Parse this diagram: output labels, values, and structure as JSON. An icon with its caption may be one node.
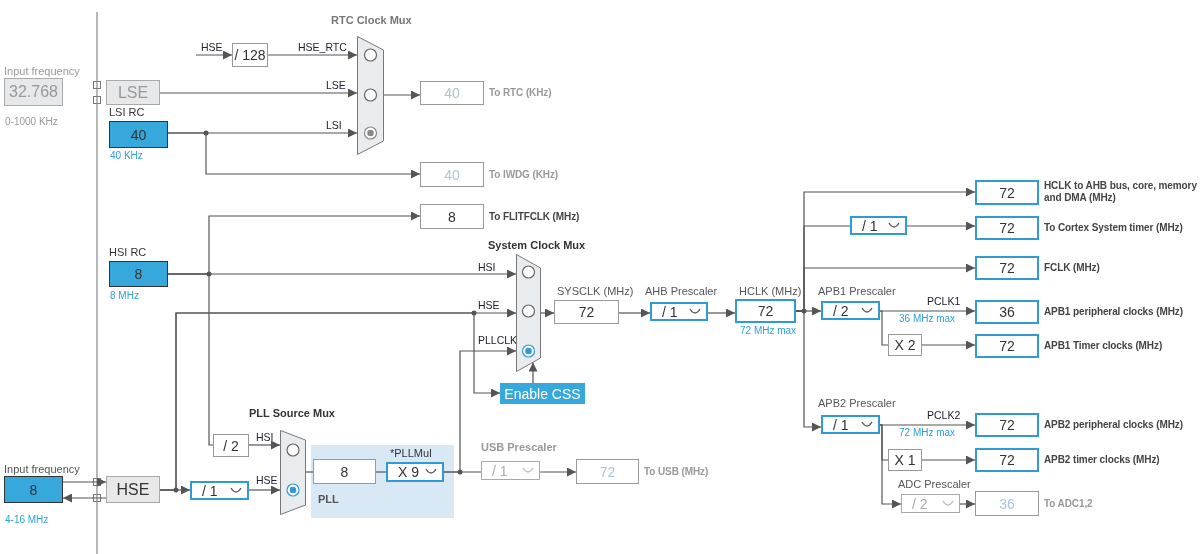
{
  "diagram": {
    "nodes": [
      {
        "text": [
          "Input frequency",
          "32.768"
        ],
        "beside": [
          "0-1000 KHz"
        ]
      },
      {
        "text": [
          "LSE"
        ]
      },
      {
        "text": [
          "LSI RC",
          "40"
        ],
        "beside": [
          "40 KHz"
        ]
      },
      {
        "text": [
          "/ 128"
        ]
      },
      {
        "text": [
          "RTC Clock Mux"
        ]
      },
      {
        "text": [
          "40"
        ],
        "beside": [
          "To RTC (KHz)"
        ]
      },
      {
        "text": [
          "40"
        ],
        "beside": [
          "To IWDG (KHz)"
        ]
      },
      {
        "text": [
          "8"
        ],
        "beside": [
          "To FLITFCLK (MHz)"
        ]
      },
      {
        "text": [
          "HSI RC",
          "8"
        ],
        "beside": [
          "8 MHz"
        ]
      },
      {
        "text": [
          "System Clock Mux"
        ]
      },
      {
        "text": [
          "SYSCLK (MHz)",
          "72"
        ]
      },
      {
        "text": [
          "AHB Prescaler",
          "/ 1"
        ]
      },
      {
        "text": [
          "HCLK (MHz)",
          "72"
        ],
        "beside": [
          "72 MHz max"
        ]
      },
      {
        "text": [
          "72"
        ],
        "beside": [
          "HCLK to AHB bus, core, memory and DMA (MHz)"
        ]
      },
      {
        "text": [
          "/ 1"
        ]
      },
      {
        "text": [
          "72"
        ],
        "beside": [
          "To Cortex System timer (MHz)"
        ]
      },
      {
        "text": [
          "72"
        ],
        "beside": [
          "FCLK (MHz)"
        ]
      },
      {
        "text": [
          "APB1 Prescaler",
          "/ 2"
        ],
        "beside": [
          "36 MHz max"
        ]
      },
      {
        "text": [
          "36"
        ],
        "beside": [
          "APB1 peripheral clocks (MHz)"
        ]
      },
      {
        "text": [
          "X 2"
        ]
      },
      {
        "text": [
          "72"
        ],
        "beside": [
          "APB1 Timer clocks (MHz)"
        ]
      },
      {
        "text": [
          "APB2 Prescaler",
          "/ 1"
        ],
        "beside": [
          "72 MHz max"
        ]
      },
      {
        "text": [
          "72"
        ],
        "beside": [
          "APB2 peripheral clocks (MHz)"
        ]
      },
      {
        "text": [
          "X 1"
        ]
      },
      {
        "text": [
          "72"
        ],
        "beside": [
          "APB2 timer clocks (MHz)"
        ]
      },
      {
        "text": [
          "ADC Prescaler",
          "/ 2"
        ]
      },
      {
        "text": [
          "36"
        ],
        "beside": [
          "To ADC1,2"
        ]
      },
      {
        "text": [
          "Enable CSS"
        ]
      },
      {
        "text": [
          "Input frequency",
          "8"
        ],
        "beside": [
          "4-16 MHz"
        ]
      },
      {
        "text": [
          "HSE"
        ]
      },
      {
        "text": [
          "/ 1"
        ]
      },
      {
        "text": [
          "/ 2"
        ]
      },
      {
        "text": [
          "PLL Source Mux"
        ]
      },
      {
        "text": [
          "PLL"
        ]
      },
      {
        "text": [
          "8"
        ],
        "in": 33
      },
      {
        "text": [
          "*PLLMul",
          "X 9"
        ],
        "in": 33
      },
      {
        "text": [
          "USB Prescaler",
          "/ 1"
        ]
      },
      {
        "text": [
          "72"
        ],
        "beside": [
          "To USB (MHz)"
        ]
      }
    ],
    "edges": [
      {
        "from": null,
        "to": 3,
        "arrow": "to",
        "label": "HSE"
      },
      {
        "from": 3,
        "to": 4,
        "arrow": "to",
        "label": "HSE_RTC"
      },
      {
        "from": 1,
        "to": 4,
        "arrow": "to",
        "label": "LSE"
      },
      {
        "from": 2,
        "to": 4,
        "arrow": "to",
        "label": "LSI"
      },
      {
        "from": 4,
        "to": 5,
        "arrow": "to"
      },
      {
        "from": 2,
        "to": 6,
        "arrow": "to"
      },
      {
        "from": 8,
        "to": 7,
        "arrow": "to"
      },
      {
        "from": 8,
        "to": 9,
        "arrow": "to",
        "label": "HSI"
      },
      {
        "from": 8,
        "to": 31,
        "arrow": "none"
      },
      {
        "from": 29,
        "to": 9,
        "arrow": "to",
        "label": "HSE"
      },
      {
        "from": 29,
        "to": 30,
        "arrow": "to"
      },
      {
        "from": 29,
        "to": 27,
        "arrow": "to"
      },
      {
        "from": 31,
        "to": 32,
        "arrow": "to",
        "label": "HSI"
      },
      {
        "from": 30,
        "to": 32,
        "arrow": "to",
        "label": "HSE"
      },
      {
        "from": 32,
        "to": 34,
        "arrow": "none"
      },
      {
        "from": 34,
        "to": 35,
        "arrow": "none"
      },
      {
        "from": 35,
        "to": 9,
        "arrow": "to",
        "label": "PLLCLK"
      },
      {
        "from": 35,
        "to": 36,
        "arrow": "none"
      },
      {
        "from": 36,
        "to": 37,
        "arrow": "to"
      },
      {
        "from": 27,
        "to": 9,
        "arrow": "to"
      },
      {
        "from": 9,
        "to": 10,
        "arrow": "to"
      },
      {
        "from": 10,
        "to": 11,
        "arrow": "to"
      },
      {
        "from": 11,
        "to": 12,
        "arrow": "to"
      },
      {
        "from": 12,
        "to": 13,
        "arrow": "to"
      },
      {
        "from": 12,
        "to": 14,
        "arrow": "none"
      },
      {
        "from": 14,
        "to": 15,
        "arrow": "to"
      },
      {
        "from": 12,
        "to": 16,
        "arrow": "to"
      },
      {
        "from": 12,
        "to": 17,
        "arrow": "to"
      },
      {
        "from": 12,
        "to": 21,
        "arrow": "to"
      },
      {
        "from": 17,
        "to": 18,
        "arrow": "to",
        "label": "PCLK1"
      },
      {
        "from": 17,
        "to": 19,
        "arrow": "none"
      },
      {
        "from": 19,
        "to": 20,
        "arrow": "to"
      },
      {
        "from": 21,
        "to": 22,
        "arrow": "to",
        "label": "PCLK2"
      },
      {
        "from": 21,
        "to": 23,
        "arrow": "none"
      },
      {
        "from": 21,
        "to": 25,
        "arrow": "to"
      },
      {
        "from": 23,
        "to": 24,
        "arrow": "to"
      },
      {
        "from": 25,
        "to": 26,
        "arrow": "to"
      },
      {
        "from": 28,
        "to": 29,
        "arrow": "to"
      },
      {
        "from": 29,
        "to": 28,
        "arrow": "to"
      }
    ]
  }
}
